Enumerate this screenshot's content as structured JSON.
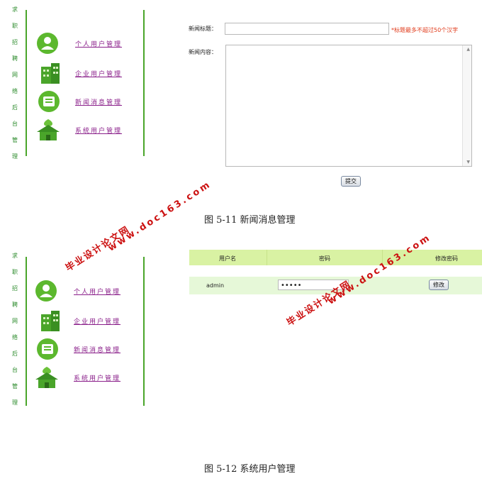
{
  "sidebar_title_chars": [
    "求",
    "职",
    "招",
    "聘",
    "网",
    "络",
    "后",
    "台",
    "管",
    "理"
  ],
  "menu": [
    {
      "label": "个人用户管理",
      "icon": "person-icon"
    },
    {
      "label": "企业用户管理",
      "icon": "building-icon"
    },
    {
      "label": "新闻消息管理",
      "icon": "news-icon"
    },
    {
      "label": "系统用户管理",
      "icon": "house-icon"
    }
  ],
  "news_form": {
    "title_label": "新闻标题：",
    "title_value": "",
    "title_hint": "*标题最多不超过50个汉字",
    "content_label": "新闻内容：",
    "content_value": "",
    "submit_label": "提交"
  },
  "caption1": "图 5-11  新闻消息管理",
  "caption2": "图 5-12  系统用户管理",
  "user_table": {
    "headers": [
      "用户名",
      "密码",
      "修改密码"
    ],
    "row": {
      "username": "admin",
      "password": "•••••",
      "action": "修改"
    }
  },
  "watermark": {
    "line1": "毕业设计论文网",
    "line2": "www.doc163.com"
  },
  "colors": {
    "accent_green": "#4aa52a",
    "link_purple": "#8a1f8a",
    "hint_red": "#e03a1a",
    "header_bg": "#d9f2a3",
    "row_bg": "#e6f8d8"
  }
}
